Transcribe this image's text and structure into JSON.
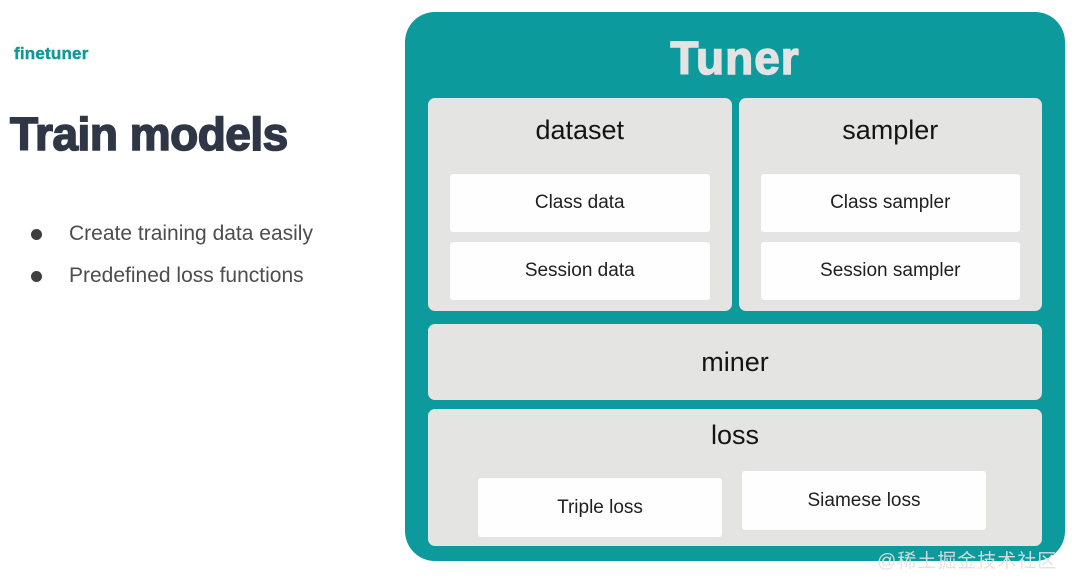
{
  "page": {
    "brand": "finetuner",
    "title": "Train models",
    "bullets": [
      "Create training data easily",
      "Predefined loss functions"
    ],
    "watermark": "@稀土掘金技术社区"
  },
  "diagram": {
    "title": "Tuner",
    "panels": {
      "dataset": {
        "label": "dataset",
        "items": [
          "Class data",
          "Session data"
        ]
      },
      "sampler": {
        "label": "sampler",
        "items": [
          "Class sampler",
          "Session sampler"
        ]
      },
      "miner": {
        "label": "miner"
      },
      "loss": {
        "label": "loss",
        "items": [
          "Triple loss",
          "Siamese loss"
        ]
      }
    },
    "colors": {
      "teal": "#0d9a9c",
      "panel_gray": "#e4e4e2",
      "chip_white": "#fefefe",
      "heading_dark": "#2f3747",
      "brand_teal": "#11989a",
      "tuner_title_light": "#e3e3e3"
    }
  }
}
